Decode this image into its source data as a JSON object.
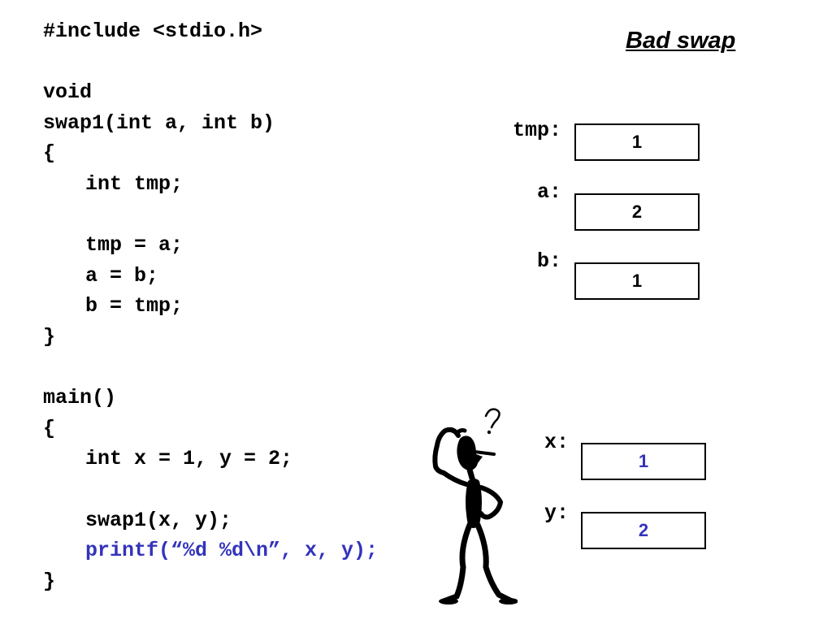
{
  "title": "Bad swap",
  "code_lines": [
    "#include <stdio.h>",
    "",
    "void",
    "swap1(int a, int b)",
    "{",
    "int tmp;",
    "",
    "tmp = a;",
    "a = b;",
    "b = tmp;",
    "}",
    "",
    "main()",
    "{",
    "int x = 1, y = 2;",
    "",
    "swap1(x, y);",
    "printf(“%d %d\\n”, x, y);",
    "}"
  ],
  "swap_frame": {
    "vars": [
      {
        "label": "tmp:",
        "value": "1"
      },
      {
        "label": "a:",
        "value": "2"
      },
      {
        "label": "b:",
        "value": "1"
      }
    ]
  },
  "main_frame": {
    "vars": [
      {
        "label": "x:",
        "value": "1"
      },
      {
        "label": "y:",
        "value": "2"
      }
    ]
  },
  "colors": {
    "highlight": "#3333bb",
    "text": "#000000"
  },
  "figure_icon": "confused-stick-figure-icon"
}
